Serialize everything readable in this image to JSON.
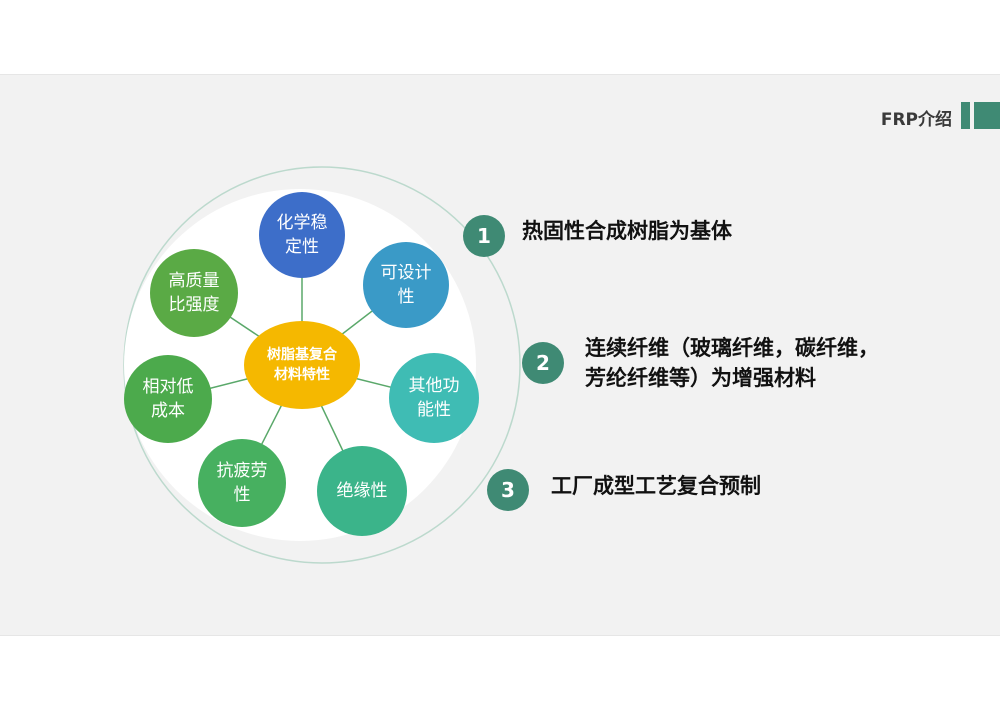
{
  "header": {
    "title": "FRP介绍"
  },
  "diagram": {
    "center": {
      "label_line1": "树脂基复合",
      "label_line2": "材料特性",
      "color": "#f5b800"
    },
    "nodes": [
      {
        "line1": "化学稳",
        "line2": "定性",
        "color": "#3d6ec9"
      },
      {
        "line1": "可设计",
        "line2": "性",
        "color": "#3a9ac7"
      },
      {
        "line1": "其他功",
        "line2": "能性",
        "color": "#3fbcb4"
      },
      {
        "line1": "绝缘性",
        "line2": "",
        "color": "#3bb48a"
      },
      {
        "line1": "抗疲劳",
        "line2": "性",
        "color": "#47b060"
      },
      {
        "line1": "相对低",
        "line2": "成本",
        "color": "#4caa4c"
      },
      {
        "line1": "高质量",
        "line2": "比强度",
        "color": "#5aaa45"
      }
    ]
  },
  "points": [
    {
      "number": "1",
      "line1": "热固性合成树脂为基体",
      "line2": "",
      "color": "#3f8a74"
    },
    {
      "number": "2",
      "line1": "连续纤维（玻璃纤维，碳纤维，",
      "line2": "芳纶纤维等）为增强材料",
      "color": "#3f8a74"
    },
    {
      "number": "3",
      "line1": "工厂成型工艺复合预制",
      "line2": "",
      "color": "#3f8a74"
    }
  ]
}
